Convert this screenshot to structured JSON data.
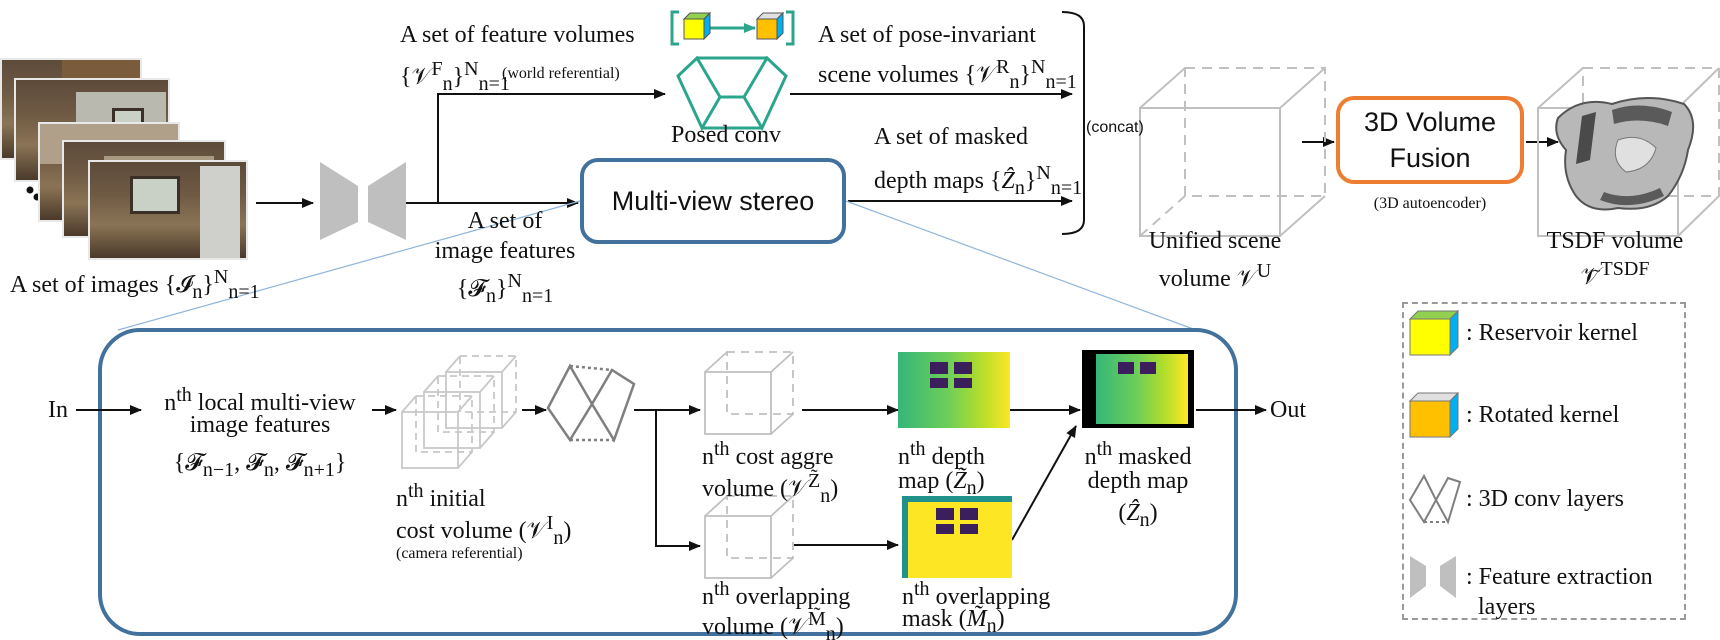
{
  "top": {
    "images_label_html": "A set of images {𝓘<sub>n</sub>}<sup>N</sup><sub>n=1</sub>",
    "feature_volumes_line1": "A set of feature volumes",
    "feature_volumes_line2_html": "{𝒱<sup>F</sup><sub>n</sub>}<sup>N</sup><sub>n=1</sub>",
    "world_referential": "(world referential)",
    "posed_conv": "Posed conv",
    "pose_invariant_line1": "A set of pose-invariant",
    "pose_invariant_line2_html": "scene volumes {𝒱<sup>R</sup><sub>n</sub>}<sup>N</sup><sub>n=1</sub>",
    "masked_depth_line1": "A set of masked",
    "masked_depth_line2_html": "depth maps {<i>Ẑ</i><sub>n</sub>}<sup>N</sup><sub>n=1</sub>",
    "image_features_line1": "A set of",
    "image_features_line2": "image features",
    "image_features_line3_html": "{𝓕<sub>n</sub>}<sup>N</sup><sub>n=1</sub>",
    "mvs": "Multi-view stereo",
    "concat": "(concat)",
    "unified_line1": "Unified scene",
    "unified_line2_html": "volume 𝒱<sup>U</sup>",
    "fusion_line1": "3D Volume",
    "fusion_line2": "Fusion",
    "autoencoder": "(3D autoencoder)",
    "tsdf_line1": "TSDF volume",
    "tsdf_line2_html": "𝒱̃<sup>TSDF</sup>"
  },
  "bottom": {
    "in": "In",
    "out": "Out",
    "local_line1_html": "n<sup>th</sup> local multi-view",
    "local_line2": "image features",
    "local_line3_html": "{𝓕<sub>n−1</sub>, 𝓕<sub>n</sub>, 𝓕<sub>n+1</sub>}",
    "initial_line1_html": "n<sup>th</sup> initial",
    "initial_line2_html": "cost volume (𝒱<sup>I</sup><sub>n</sub>)",
    "camera_referential": "(camera referential)",
    "cost_line1_html": "n<sup>th</sup> cost aggre",
    "cost_line2_html": "volume (𝒱<sup>Z̃</sup><sub>n</sub>)",
    "overlap_vol_line1_html": "n<sup>th</sup> overlapping",
    "overlap_vol_line2_html": "volume (𝒱<sup>M̃</sup><sub>n</sub>)",
    "depth_line1_html": "n<sup>th</sup> depth",
    "depth_line2_html": "map (<i>Z̃</i><sub>n</sub>)",
    "mask_line1_html": "n<sup>th</sup> overlapping",
    "mask_line2_html": "mask (<i>M̃</i><sub>n</sub>)",
    "masked_line1_html": "n<sup>th</sup> masked",
    "masked_line2": "depth map",
    "masked_line3_html": "(<i>Ẑ</i><sub>n</sub>)"
  },
  "legend": {
    "reservoir": ": Reservoir kernel",
    "rotated": ": Rotated kernel",
    "conv3d": ": 3D conv layers",
    "feature_line1": ": Feature extraction",
    "feature_line2": "layers"
  },
  "colors": {
    "mvs_border": "#41719c",
    "fusion_border": "#ed7d31",
    "posed_conv": "#2ca58d",
    "reservoir_yellow": "#ffff00",
    "reservoir_green": "#92d050",
    "reservoir_blue": "#00b0f0",
    "rotated_orange": "#ffc000",
    "feature_gray": "#bfbfbf"
  }
}
